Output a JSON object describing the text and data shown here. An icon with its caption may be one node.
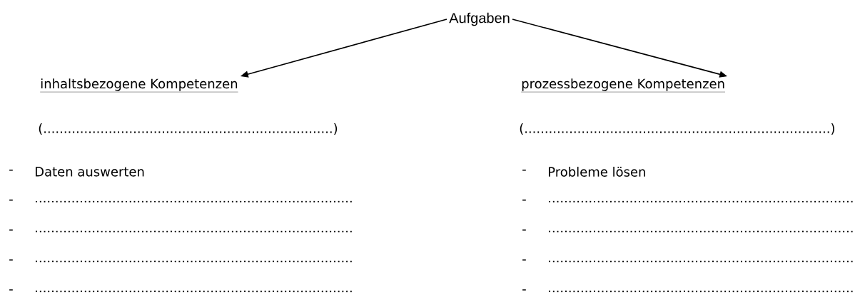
{
  "diagram": {
    "nodes": [
      {
        "text": [
          "Aufgaben"
        ]
      },
      {
        "text": [
          "inhaltsbezogene Kompetenzen"
        ]
      },
      {
        "text": [
          "prozessbezogene Kompetenzen"
        ]
      }
    ],
    "edges": [
      {
        "from": 0,
        "to": 1,
        "arrow": "to"
      },
      {
        "from": 0,
        "to": 2,
        "arrow": "to"
      }
    ],
    "labels": [
      "(.......................................................................)",
      "(...........................................................................)",
      "-",
      "Daten auswerten",
      "-",
      "Probleme lösen",
      "-",
      "..............................................................................",
      "-",
      "...........................................................................",
      "-",
      "..............................................................................",
      "-",
      "...........................................................................",
      "-",
      "..............................................................................",
      "-",
      "...........................................................................",
      "-",
      "..............................................................................",
      "-",
      "..........................................................................."
    ]
  }
}
